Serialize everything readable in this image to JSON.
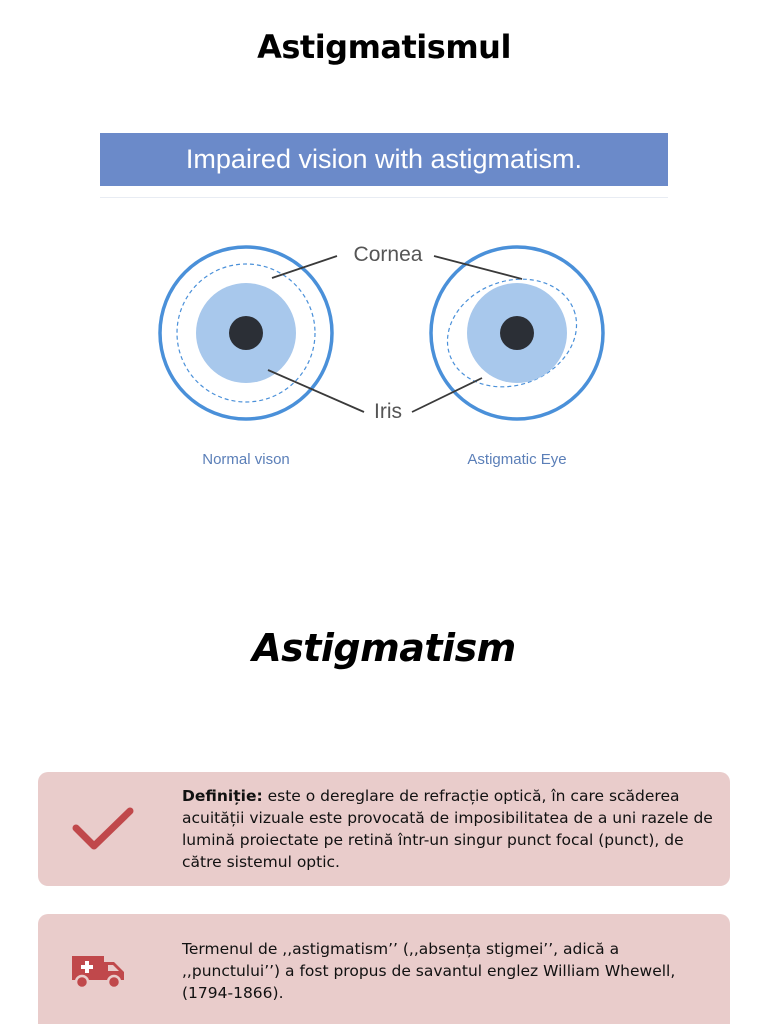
{
  "page": {
    "title": "Astigmatismul",
    "section_title": "Astigmatism"
  },
  "figure": {
    "banner": "Impaired vision with astigmatism.",
    "label_cornea": "Cornea",
    "label_iris": "Iris",
    "caption_left": "Normal vison",
    "caption_right": "Astigmatic Eye",
    "colors": {
      "banner": "#6b8ac9",
      "outer_ring": "#4a90d9",
      "iris": "#a8c8ec",
      "pupil": "#2b2f36",
      "dashed": "#4a90d9",
      "caption": "#5b7fb8"
    }
  },
  "cards": [
    {
      "icon": "checkmark-icon",
      "label": "Definiție:",
      "text": " este o dereglare de refracție optică, în care scăderea acuității vizuale este provocată de imposibilitatea de a uni razele de lumină proiectate pe retină într-un singur punct focal (punct), de către sistemul optic."
    },
    {
      "icon": "ambulance-icon",
      "text": "Termenul de ,,astigmatism’’ (,,absența stigmei’’, adică a ,,punctului’’) a fost propus de savantul englez William Whewell, (1794-1866)."
    }
  ],
  "colors": {
    "card_bg": "#e9cccb",
    "icon": "#c0484b"
  }
}
